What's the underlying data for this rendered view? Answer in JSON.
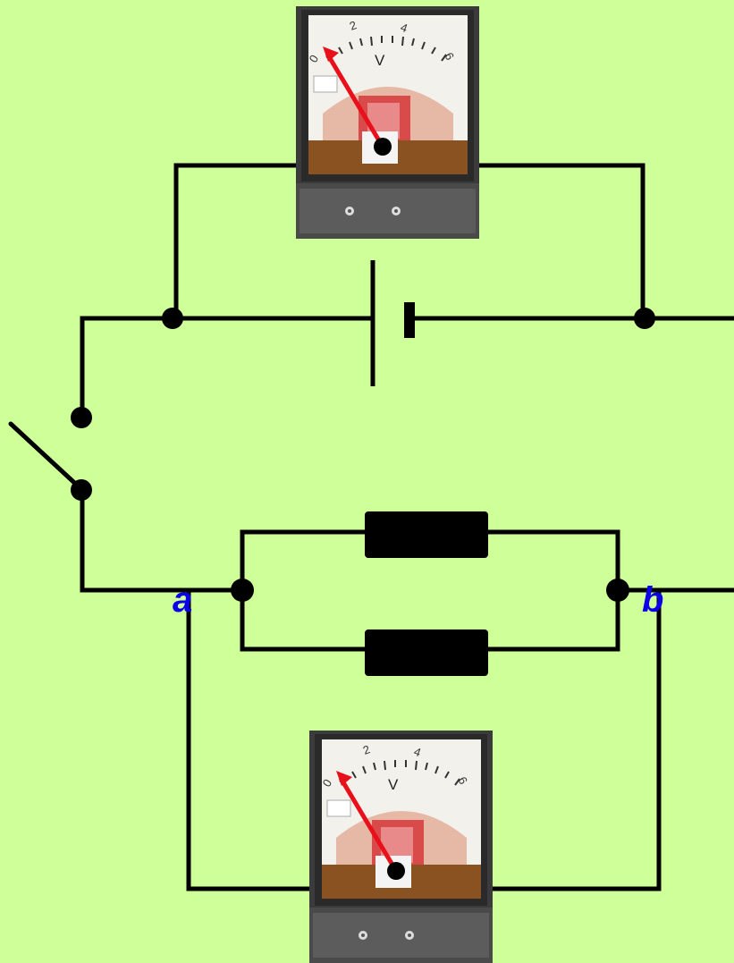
{
  "labels": {
    "a": "a",
    "b": "b"
  },
  "voltmeters": [
    {
      "id": "top",
      "unit": "V",
      "scale": [
        "0",
        "2",
        "4",
        "6"
      ],
      "reading": 0
    },
    {
      "id": "bottom",
      "unit": "V",
      "scale": [
        "0",
        "2",
        "4",
        "6"
      ],
      "reading": 0
    }
  ],
  "colors": {
    "background": "#cfff99",
    "wire": "#000000",
    "label": "#0b00e6",
    "pointer": "#e8101a"
  }
}
